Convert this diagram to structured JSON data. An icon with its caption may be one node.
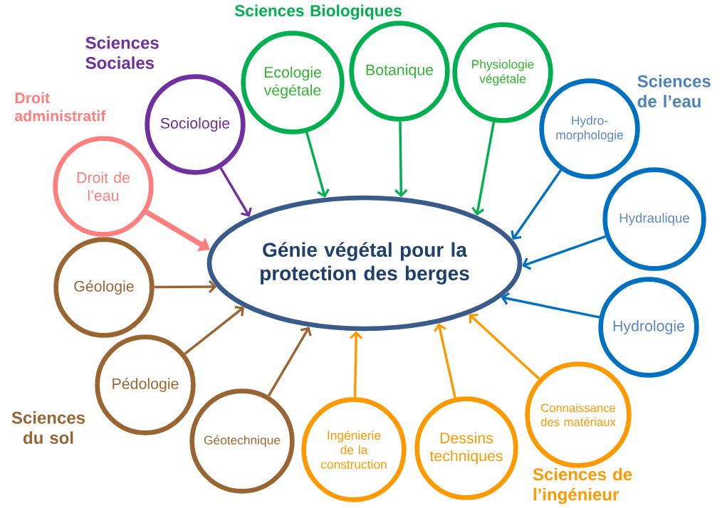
{
  "diagram": {
    "nodes": [
      {
        "text": [
          "Génie végétal pour la protection des berges"
        ]
      },
      {
        "text": [
          "Droit de l’eau"
        ]
      },
      {
        "text": [
          "Sociologie"
        ]
      },
      {
        "text": [
          "Ecologie végétale"
        ]
      },
      {
        "text": [
          "Botanique"
        ]
      },
      {
        "text": [
          "Physiologie végétale"
        ]
      },
      {
        "text": [
          "Hydro- morphologie"
        ]
      },
      {
        "text": [
          "Hydraulique"
        ]
      },
      {
        "text": [
          "Hydrologie"
        ]
      },
      {
        "text": [
          "Connaissance des matériaux"
        ]
      },
      {
        "text": [
          "Dessins techniques"
        ]
      },
      {
        "text": [
          "Ingénierie de la construction"
        ]
      },
      {
        "text": [
          "Géotechnique"
        ]
      },
      {
        "text": [
          "Pédologie"
        ]
      },
      {
        "text": [
          "Géologie"
        ]
      }
    ],
    "edges": [
      {
        "from": 1,
        "to": 0,
        "arrow": "to",
        "style": "thick",
        "color": "#ff7f7f"
      },
      {
        "from": 2,
        "to": 0,
        "arrow": "to",
        "color": "#7030a0"
      },
      {
        "from": 3,
        "to": 0,
        "arrow": "to",
        "color": "#00b050"
      },
      {
        "from": 4,
        "to": 0,
        "arrow": "to",
        "color": "#00b050"
      },
      {
        "from": 5,
        "to": 0,
        "arrow": "to",
        "color": "#00b050"
      },
      {
        "from": 6,
        "to": 0,
        "arrow": "to",
        "color": "#0070c0"
      },
      {
        "from": 7,
        "to": 0,
        "arrow": "to",
        "color": "#0070c0"
      },
      {
        "from": 8,
        "to": 0,
        "arrow": "to",
        "color": "#0070c0"
      },
      {
        "from": 9,
        "to": 0,
        "arrow": "to",
        "color": "#ff9900"
      },
      {
        "from": 10,
        "to": 0,
        "arrow": "to",
        "color": "#ff9900"
      },
      {
        "from": 11,
        "to": 0,
        "arrow": "to",
        "color": "#ff9900"
      },
      {
        "from": 12,
        "to": 0,
        "arrow": "to",
        "color": "#996633"
      },
      {
        "from": 13,
        "to": 0,
        "arrow": "to",
        "color": "#996633"
      },
      {
        "from": 14,
        "to": 0,
        "arrow": "to",
        "color": "#996633"
      }
    ],
    "labels": [
      "Sciences Biologiques",
      "Sciences Sociales",
      "Droit administratif",
      "Sciences de l’eau",
      "Sciences du sol",
      "Sciences de l’ingénieur"
    ]
  }
}
